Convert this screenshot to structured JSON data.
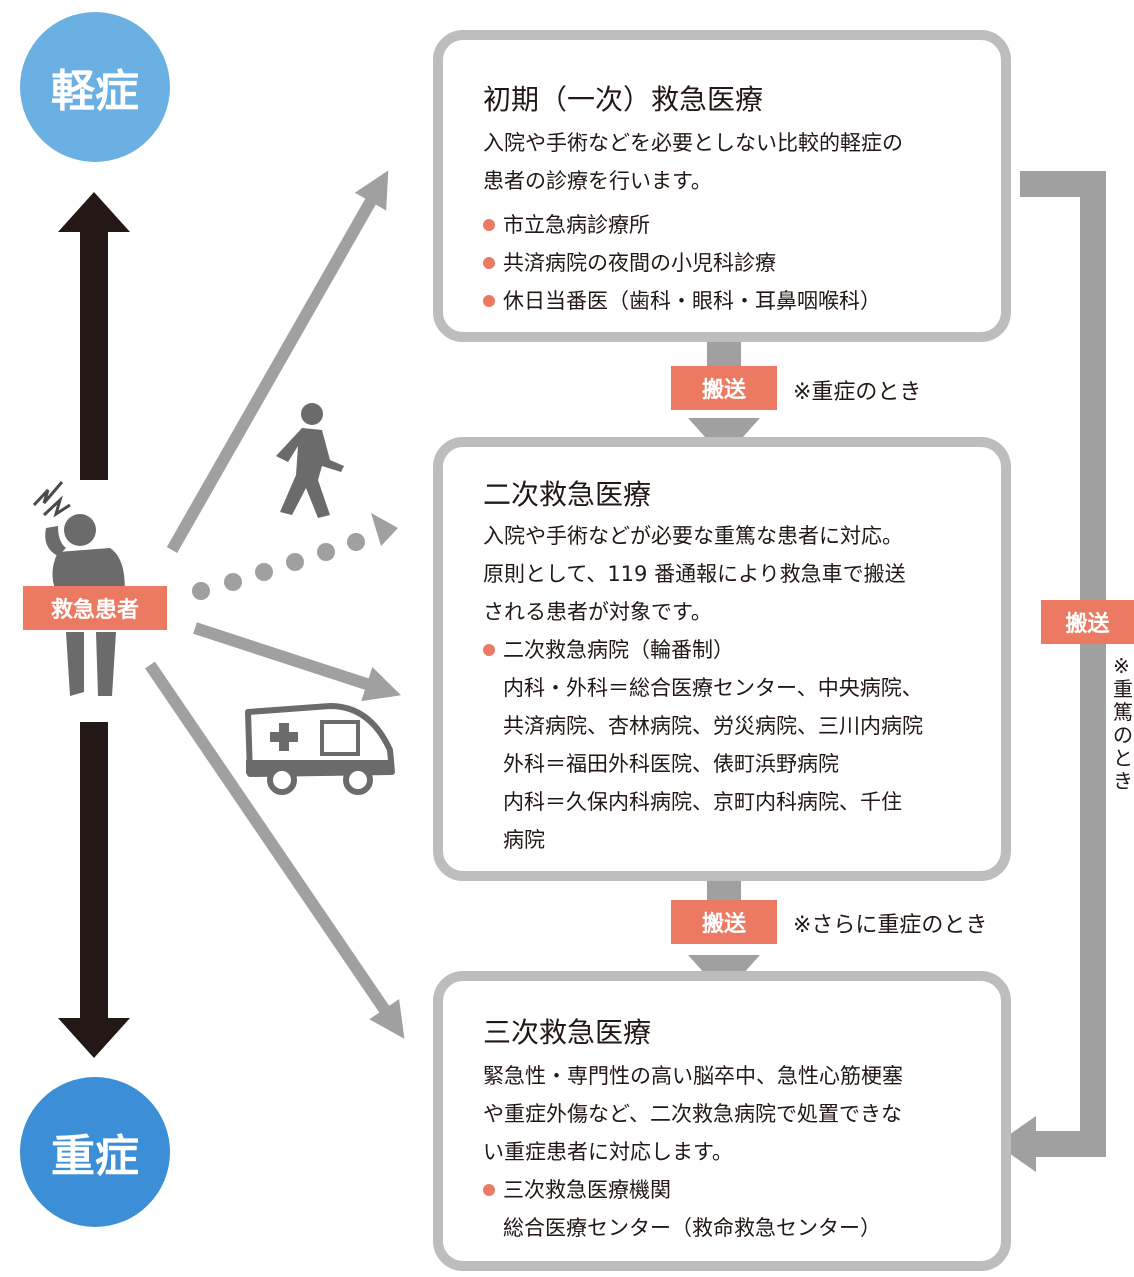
{
  "severity": {
    "mild": "軽症",
    "severe": "重症"
  },
  "patient_label": "救急患者",
  "transport_label": "搬送",
  "notes": {
    "first_to_second": "※重症のとき",
    "second_to_third": "※さらに重症のとき",
    "first_to_third": "※重篤のとき"
  },
  "primary": {
    "title": "初期（一次）救急医療",
    "description": "入院や手術などを必要としない比較的軽症の\n患者の診療を行います。",
    "items": [
      "市立急病診療所",
      "共済病院の夜間の小児科診療",
      "休日当番医（歯科・眼科・耳鼻咽喉科）"
    ]
  },
  "secondary": {
    "title": "二次救急医療",
    "description": "入院や手術などが必要な重篤な患者に対応。\n原則として、119 番通報により救急車で搬送\nされる患者が対象です。",
    "item": "二次救急病院（輪番制）",
    "details": [
      "内科・外科＝総合医療センター、中央病院、",
      "共済病院、杏林病院、労災病院、三川内病院",
      "外科＝福田外科医院、俵町浜野病院",
      "内科＝久保内科病院、京町内科病院、千住",
      "病院"
    ]
  },
  "tertiary": {
    "title": "三次救急医療",
    "description": "緊急性・専門性の高い脳卒中、急性心筋梗塞\nや重症外傷など、二次救急病院で処置できな\nい重症患者に対応します。",
    "item": "三次救急医療機関",
    "detail": "総合医療センター（救命救急センター）"
  },
  "colors": {
    "accent": "#ec7a63",
    "gray_arrow": "#a0a0a0",
    "dark_arrow": "#231815",
    "box_border": "#bdbdbd"
  },
  "icons": [
    "walking-person-icon",
    "ambulance-icon",
    "injured-patient-icon"
  ]
}
